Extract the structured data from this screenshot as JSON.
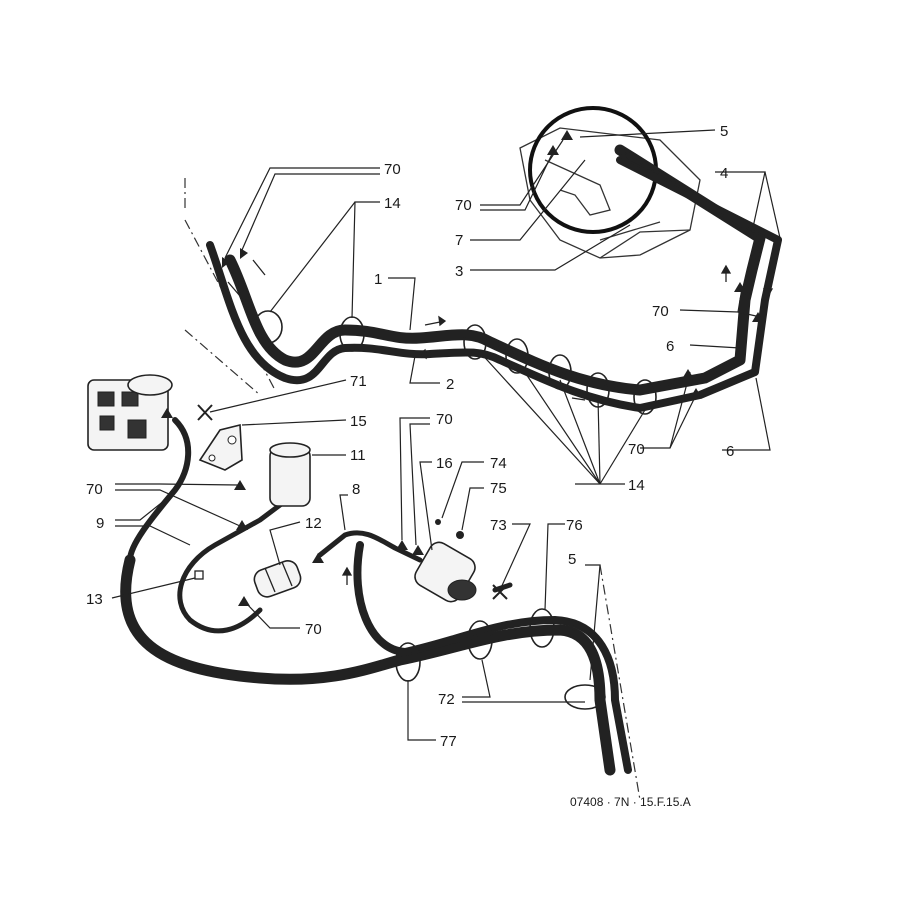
{
  "labels": {
    "l70a": "70",
    "l14a": "14",
    "l5a": "5",
    "l4": "4",
    "l70b": "70",
    "l7": "7",
    "l3": "3",
    "l1": "1",
    "l2": "2",
    "l70c": "70",
    "l6a": "6",
    "l71": "71",
    "l15": "15",
    "l70d": "70",
    "l11": "11",
    "l16": "16",
    "l74": "74",
    "l70e": "70",
    "l6b": "6",
    "l75": "75",
    "l14b": "14",
    "l70f": "70",
    "l8": "8",
    "l9": "9",
    "l12": "12",
    "l73": "73",
    "l76": "76",
    "l5b": "5",
    "l13": "13",
    "l70g": "70",
    "l72": "72",
    "l77": "77"
  },
  "reference_code": "07408 · 7N · 15.F.15.A",
  "colors": {
    "ink": "#222222",
    "background": "#ffffff"
  }
}
